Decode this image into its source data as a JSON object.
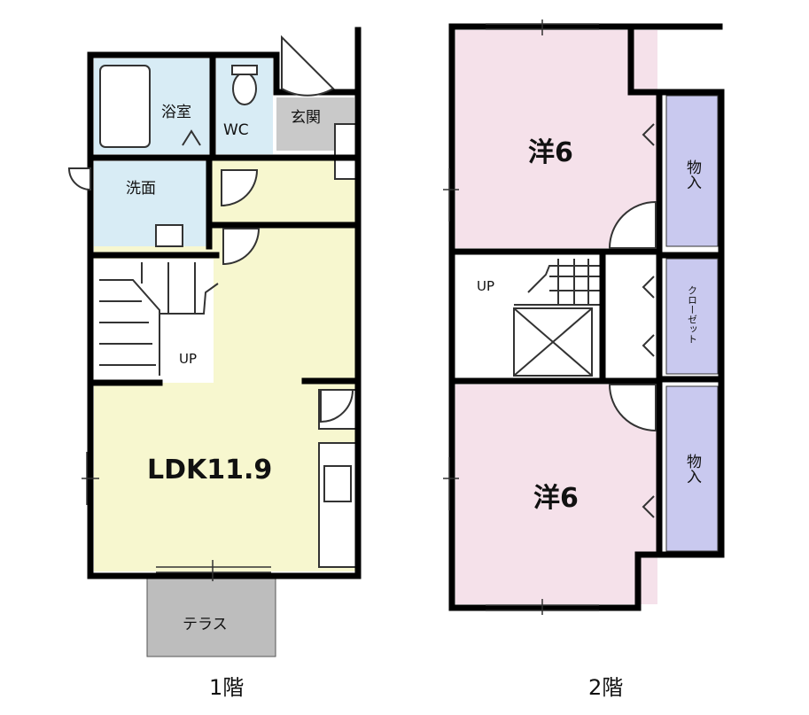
{
  "floor1": {
    "caption": "1階",
    "rooms": {
      "bath": "浴室",
      "wc": "WC",
      "entrance": "玄関",
      "washroom": "洗面",
      "ldk": "LDK11.9",
      "terrace": "テラス",
      "stairs_up": "UP"
    }
  },
  "floor2": {
    "caption": "2階",
    "rooms": {
      "western_top": "洋6",
      "western_bottom": "洋6",
      "storage_top": "物入",
      "storage_bottom": "物入",
      "closet": "クローゼット",
      "stairs_up": "UP"
    }
  },
  "colors": {
    "ldk": "#f7f7cf",
    "wet": "#d8ecf5",
    "entrance": "#c9c9c9",
    "terrace": "#bdbdbd",
    "western": "#f5e1ea",
    "storage": "#c9c9ef",
    "wall": "#000000"
  }
}
